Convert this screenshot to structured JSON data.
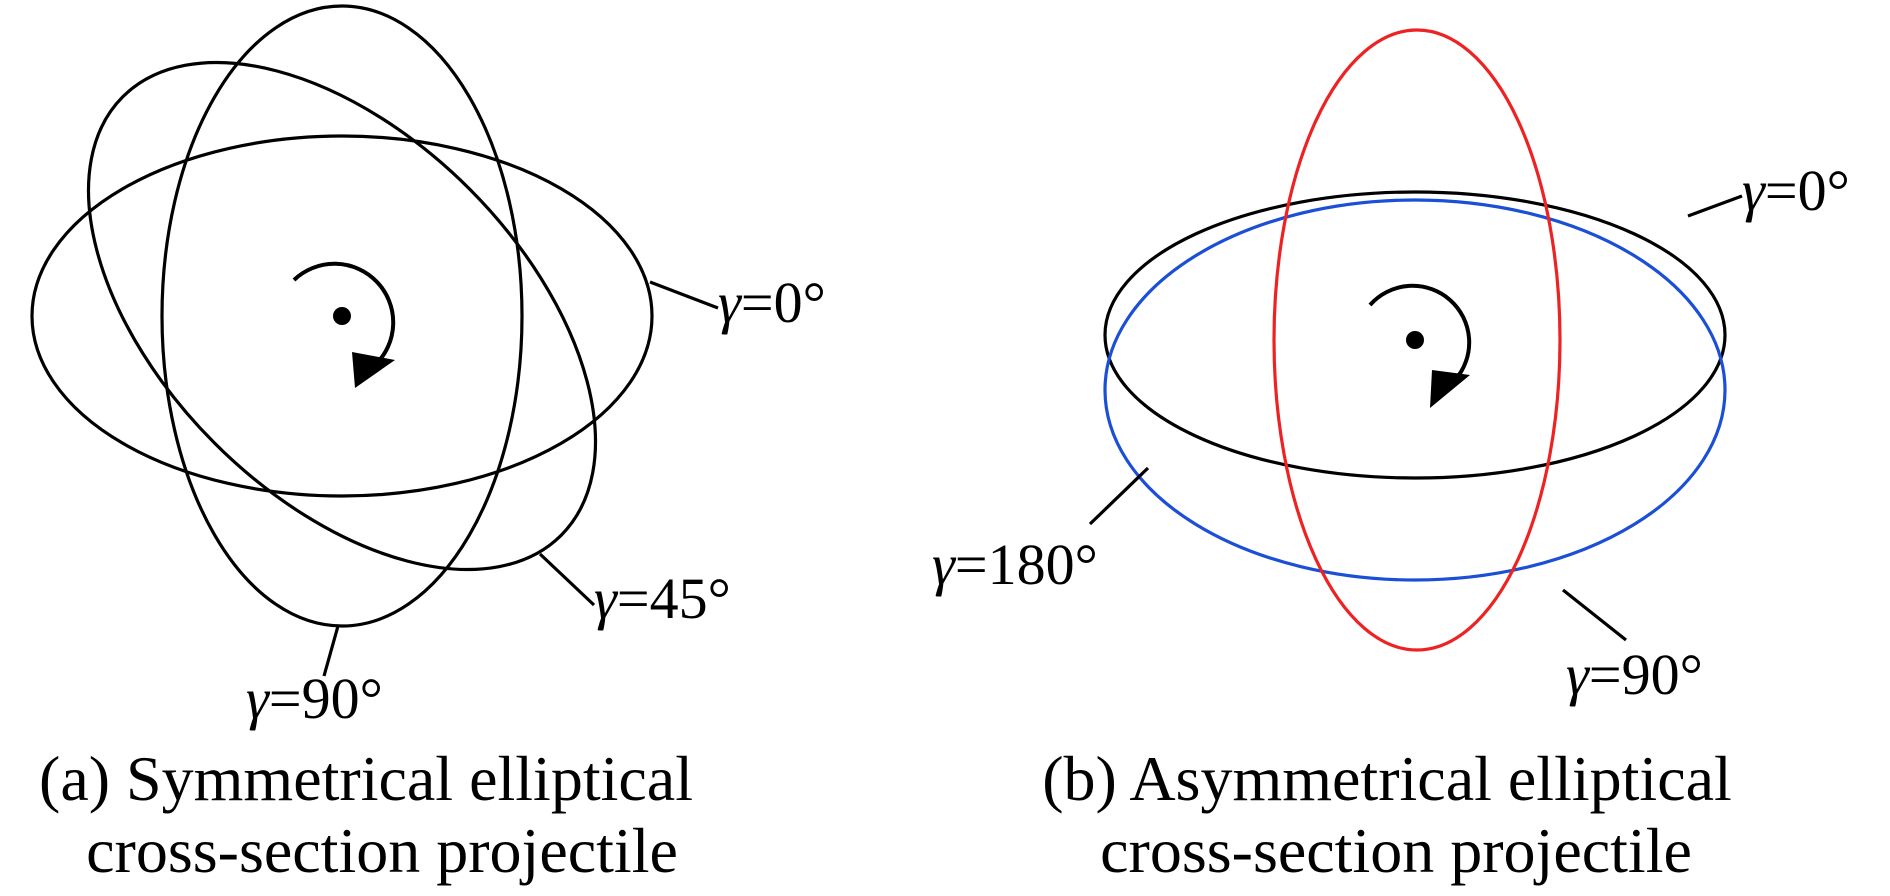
{
  "colors": {
    "background": "#ffffff",
    "ink": "#000000",
    "ellipse_red": "#ee2222",
    "ellipse_blue": "#1a4fd6"
  },
  "panel_a": {
    "labels": [
      {
        "gamma": "γ",
        "value": "=0°"
      },
      {
        "gamma": "γ",
        "value": "=45°"
      },
      {
        "gamma": "γ",
        "value": "=90°"
      }
    ],
    "caption_line1": "(a) Symmetrical elliptical",
    "caption_line2": "cross-section projectile",
    "rotation_icon": "clockwise-rotation-arrow-icon"
  },
  "panel_b": {
    "labels": [
      {
        "gamma": "γ",
        "value": "=0°"
      },
      {
        "gamma": "γ",
        "value": "=180°"
      },
      {
        "gamma": "γ",
        "value": "=90°"
      }
    ],
    "caption_line1": "(b) Asymmetrical elliptical",
    "caption_line2": "cross-section projectile",
    "rotation_icon": "clockwise-rotation-arrow-icon"
  }
}
